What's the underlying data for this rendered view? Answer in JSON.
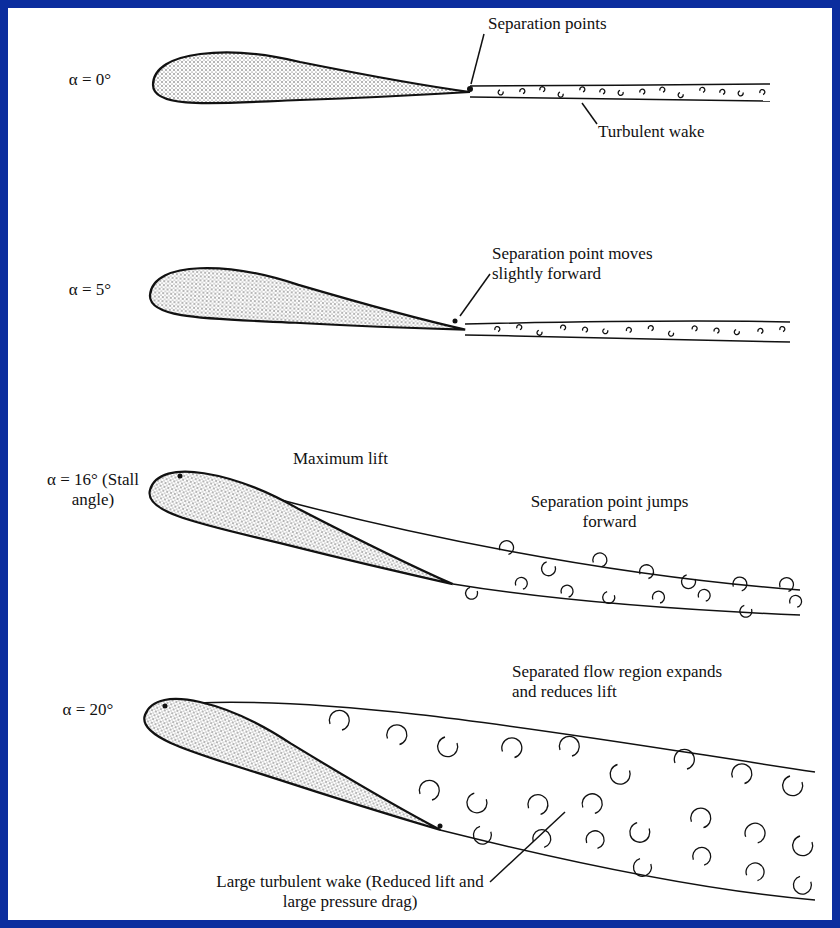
{
  "diagram": {
    "labels": [
      "α = 0°",
      "Separation points",
      "Turbulent wake",
      "α = 5°",
      "Separation point moves slightly forward",
      "α = 16° (Stall angle)",
      "Maximum lift",
      "Separation point jumps forward",
      "α = 20°",
      "Separated flow region expands and reduces lift",
      "Large turbulent wake (Reduced lift and large pressure drag)"
    ]
  }
}
